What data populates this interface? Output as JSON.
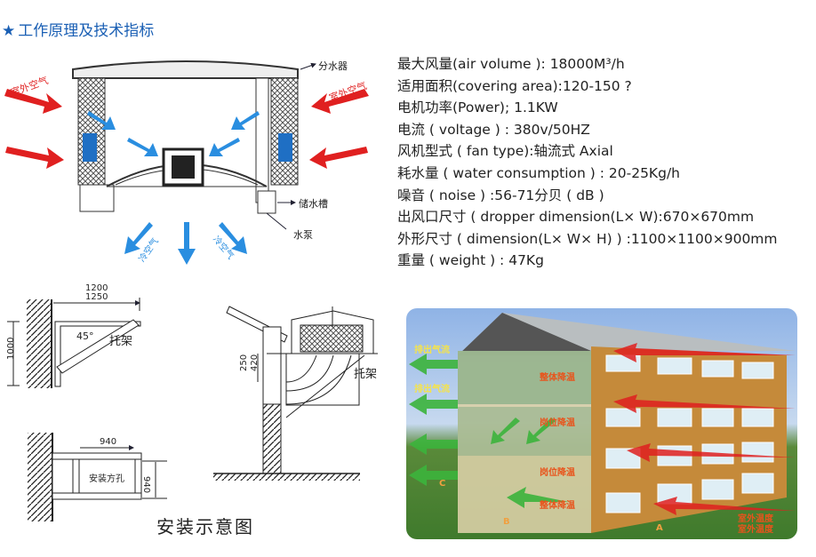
{
  "header": {
    "title": "工作原理及技术指标"
  },
  "cooler_diagram": {
    "labels": {
      "outdoor_air_left": "室外空气",
      "outdoor_air_right": "室外空气",
      "water_distributor": "分水器",
      "water_tank": "储水槽",
      "water_pump": "水泵",
      "cool_air": "冷空气"
    }
  },
  "specs": [
    "最大风量(air  volume ): 18000M³/h",
    "适用面积(covering  area):120-150 ?",
    "电机功率(Power);  1.1KW",
    "电流 ( voltage ) :  380v/50HZ",
    "风机型式 ( fan  type):轴流式 Axial",
    "耗水量 ( water  consumption ) :  20-25Kg/h",
    "噪音 ( noise ) :56-71分贝 ( dB )",
    "出风口尺寸 ( dropper  dimension(L× W):670×670mm",
    "外形尺寸 ( dimension(L× W× H) ) :1100×1100×900mm",
    "重量 ( weight ) : 47Kg"
  ],
  "installation": {
    "caption": "安装示意图",
    "dim_1200": "1200",
    "dim_1250": "1250",
    "dim_1000": "1000",
    "angle": "45°",
    "bracket": "托架",
    "dim_940_w": "940",
    "dim_940_h": "940",
    "mount_hole": "安装方孔",
    "dim_250": "250",
    "dim_420": "420"
  },
  "building": {
    "exhaust_airflow": "排出气流",
    "overall_cooling": "整体降温",
    "station_cooling": "岗位降温",
    "outdoor_temp": "室外温度",
    "marker_a": "A",
    "marker_b": "B",
    "marker_c": "C"
  },
  "colors": {
    "title": "#1a5fb4",
    "hot_arrow": "#e02020",
    "cool_arrow": "#2a8ee0",
    "green_arrow": "#3cb43c"
  }
}
